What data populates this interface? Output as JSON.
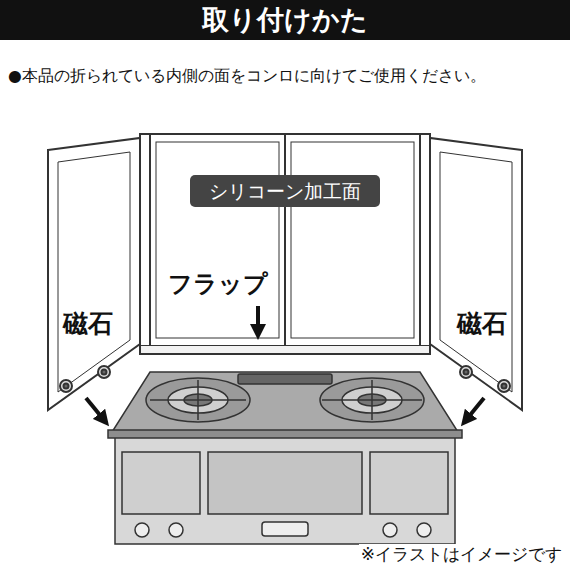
{
  "diagram": {
    "title": "取り付けかた",
    "caption": "※イラストはイメージです",
    "nodes": [
      {
        "text": [
          "シリコーン加工面"
        ]
      }
    ],
    "labels": [
      "●本品の折られている内側の面をコンロに向けてご使用ください。",
      "フラップ",
      "磁石",
      "磁石"
    ]
  }
}
